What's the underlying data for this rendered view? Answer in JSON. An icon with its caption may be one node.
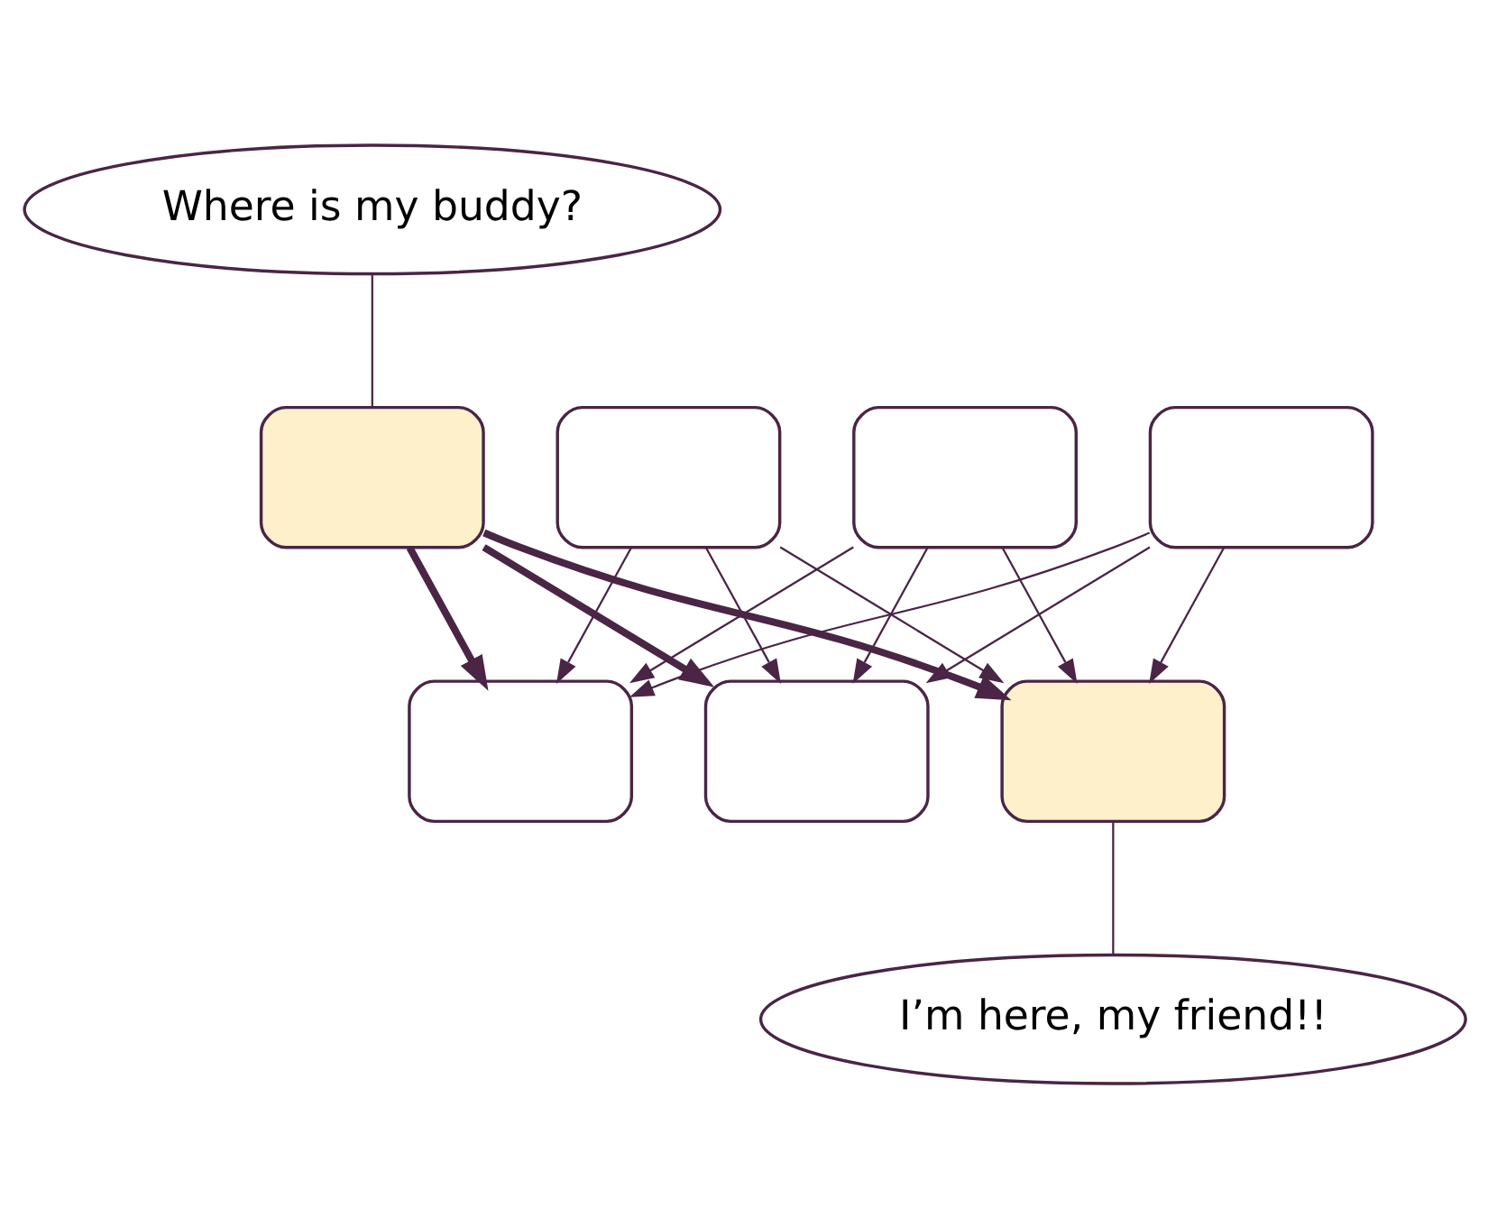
{
  "diagram": {
    "nodes": [
      {
        "text": [
          "Where is my buddy?"
        ]
      },
      {
        "text": [],
        "shape": "box"
      },
      {
        "text": [],
        "shape": "box"
      },
      {
        "text": [],
        "shape": "box"
      },
      {
        "text": [],
        "shape": "box"
      },
      {
        "text": [],
        "shape": "box"
      },
      {
        "text": [],
        "shape": "box"
      },
      {
        "text": [],
        "shape": "box"
      },
      {
        "text": [
          "I’m here, my friend!!"
        ]
      }
    ],
    "edges": [
      {
        "from": 0,
        "to": 1,
        "arrow": "none"
      },
      {
        "from": 1,
        "to": 5,
        "arrow": "to",
        "style": "thick"
      },
      {
        "from": 1,
        "to": 6,
        "arrow": "to",
        "style": "thick"
      },
      {
        "from": 1,
        "to": 7,
        "arrow": "to",
        "style": "thick"
      },
      {
        "from": 2,
        "to": 5,
        "arrow": "to"
      },
      {
        "from": 2,
        "to": 6,
        "arrow": "to"
      },
      {
        "from": 2,
        "to": 7,
        "arrow": "to"
      },
      {
        "from": 3,
        "to": 5,
        "arrow": "to"
      },
      {
        "from": 3,
        "to": 6,
        "arrow": "to"
      },
      {
        "from": 3,
        "to": 7,
        "arrow": "to"
      },
      {
        "from": 4,
        "to": 5,
        "arrow": "to"
      },
      {
        "from": 4,
        "to": 6,
        "arrow": "to"
      },
      {
        "from": 4,
        "to": 7,
        "arrow": "to"
      },
      {
        "from": 7,
        "to": 8,
        "arrow": "none"
      }
    ]
  }
}
